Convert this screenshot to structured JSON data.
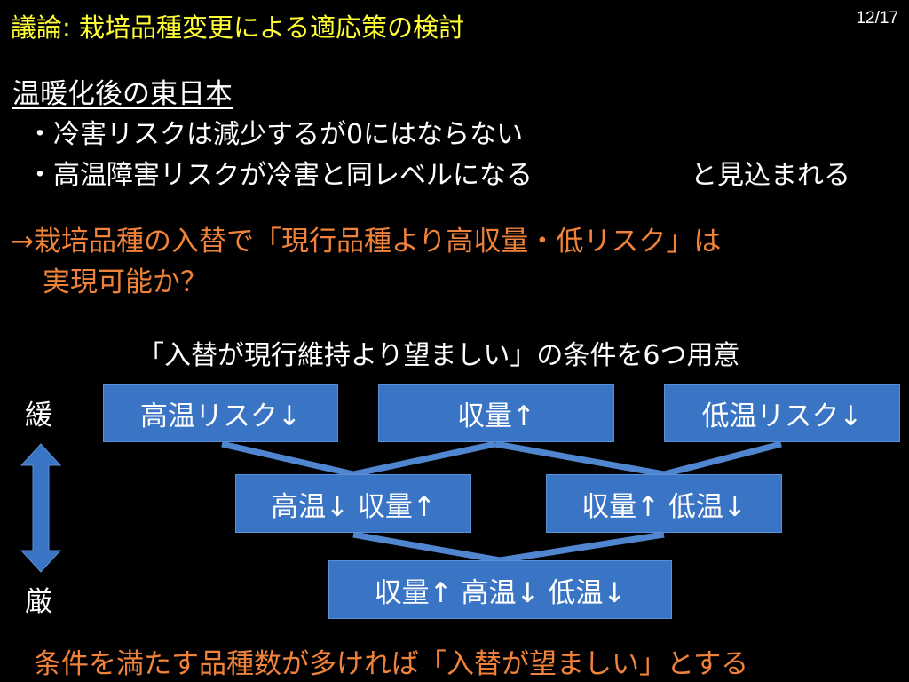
{
  "slide": {
    "title": "議論: 栽培品種変更による適応策の検討",
    "page_number": "12/17",
    "subheading": "温暖化後の東日本",
    "bullets": [
      "・冷害リスクは減少するが0にはならない",
      "・高温障害リスクが冷害と同レベルになる"
    ],
    "bullet2_suffix": "と見込まれる",
    "question_line1": "→栽培品種の入替で「現行品種より高収量・低リスク」は",
    "question_line2": "実現可能か？",
    "conditions_caption": "「入替が現行維持より望ましい」の条件を6つ用意",
    "boxes": {
      "hot": "高温リスク↓",
      "yield": "収量↑",
      "cold": "低温リスク↓",
      "hot_yield": "高温↓ 収量↑",
      "yield_cold": "収量↑ 低温↓",
      "all": "収量↑ 高温↓ 低温↓"
    },
    "scale_mild": "緩",
    "scale_strict": "厳",
    "footer": "条件を満たす品種数が多ければ「入替が望ましい」とする"
  },
  "colors": {
    "title": "#ffff33",
    "accent_orange": "#f0823a",
    "box_fill": "#3a74c4",
    "connector": "#4f86cf",
    "background": "#000000"
  },
  "icons": {
    "scale_arrow": "double-vertical-arrow"
  }
}
